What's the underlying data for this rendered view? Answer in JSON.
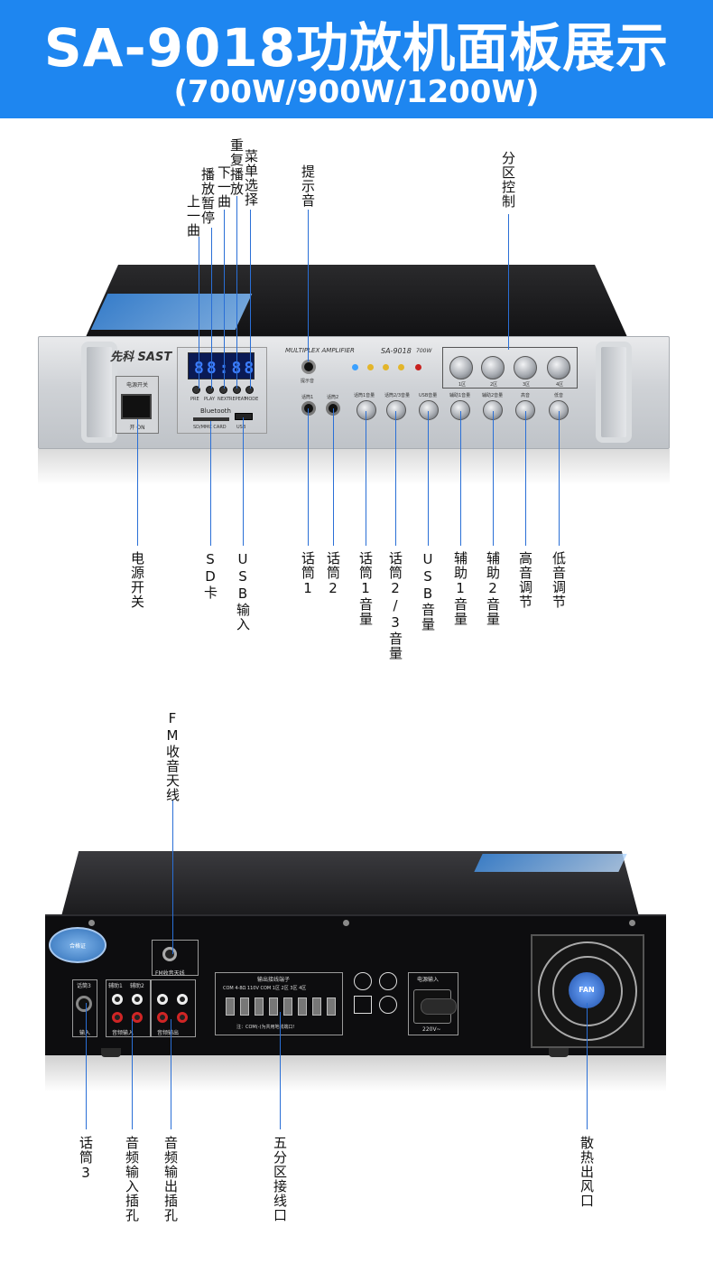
{
  "header": {
    "title": "SA-9018功放机面板展示",
    "subtitle": "(700W/900W/1200W)",
    "bg_color": "#1e86f0"
  },
  "front_panel": {
    "brand": "先科 SAST",
    "model_text": "MULTIPLEX AMPLIFIER",
    "model": "SA-9018",
    "power_rating": "700W",
    "power_box_label": "电源开关",
    "power_switch_sub": "开 ON",
    "display_digits": "88:88",
    "bluetooth_label": "Bluetooth",
    "sd_label": "SD/MMC CARD",
    "usb_label": "USB",
    "prompt_label": "提示音",
    "mic1_label": "话筒1",
    "mic2_label": "话筒2",
    "knob_labels": [
      "话筒1音量",
      "话筒2/3音量",
      "USB音量",
      "辅助1音量",
      "辅助2音量",
      "高音",
      "低音"
    ],
    "zone_labels": [
      "1区",
      "2区",
      "3区",
      "4区"
    ],
    "btn_labels": [
      "PRE",
      "PLAY",
      "NEXT",
      "REPEAT",
      "MODE"
    ]
  },
  "front_callouts": {
    "top": [
      "上一曲",
      "播放暂停",
      "下一曲",
      "重复播放",
      "菜单选择",
      "提示音",
      "分区控制"
    ],
    "bottom": [
      "电源开关",
      "SD卡",
      "USB输入",
      "话筒1",
      "话筒2",
      "话筒1音量",
      "话筒2/3音量",
      "USB音量",
      "辅助1音量",
      "辅助2音量",
      "高音调节",
      "低音调节"
    ]
  },
  "rear_panel": {
    "qc_label": "合格证",
    "mic3_label": "话筒3",
    "input_label": "输入",
    "aux_in_labels": [
      "辅助1",
      "辅助2"
    ],
    "audio_in_label": "音频输入",
    "audio_out_label": "音频输出",
    "fm_label": "FM收音天线",
    "terminal_title": "输出接线端子",
    "terminal_labels": "COM 4-8Ω 110V COM 1区 2区 3区 4区",
    "terminal_note": "注：COM(-)为共用地线端口!",
    "power_input_label": "电源输入",
    "power_voltage": "220V~",
    "fan_label": "FAN"
  },
  "rear_callouts": {
    "top": [
      "FM收音天线"
    ],
    "bottom": [
      "话筒3",
      "音频输入插孔",
      "音频输出插孔",
      "五分区接线口",
      "散热出风口"
    ]
  },
  "colors": {
    "accent_line": "#2a6fd6",
    "led_blue": "#3aa0ff",
    "led_yellow": "#e3b52a",
    "led_red": "#c8211f"
  }
}
